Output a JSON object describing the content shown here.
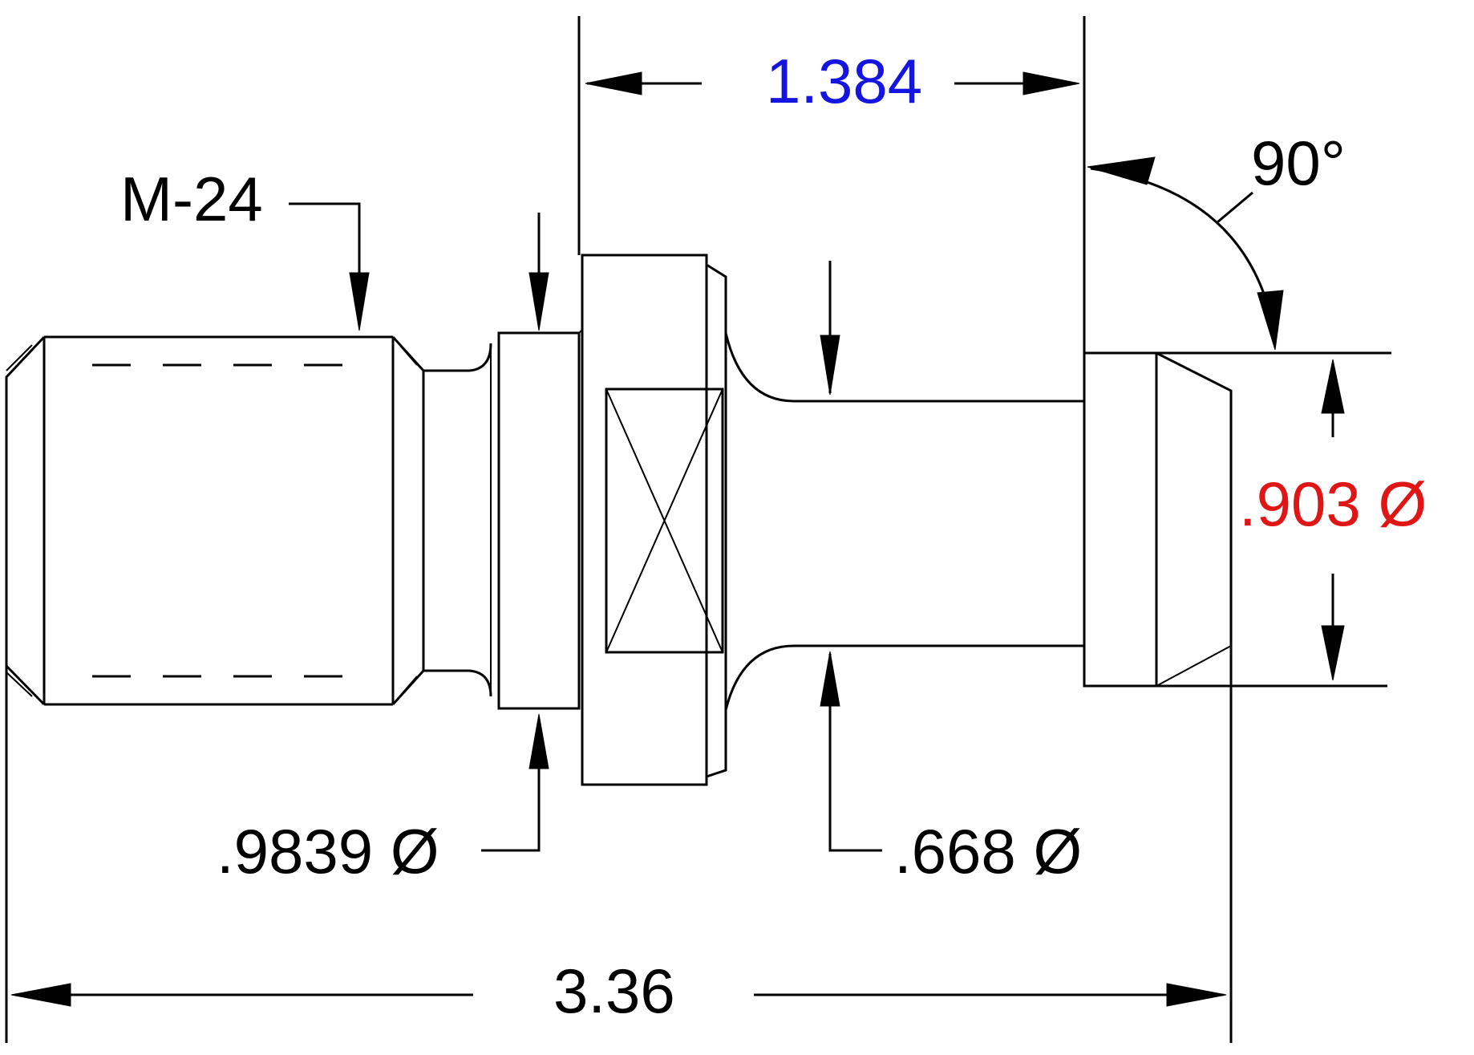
{
  "drawing": {
    "labels": {
      "thread": "M-24",
      "top_length": "1.384",
      "angle": "90°",
      "tip_diameter": ".903 Ø",
      "collar_diameter": ".9839 Ø",
      "neck_diameter": ".668 Ø",
      "overall_length": "3.36"
    },
    "colors": {
      "outline": "#000000",
      "top_length": "#1515e0",
      "tip_diameter": "#e01515",
      "default_text": "#000000"
    }
  }
}
